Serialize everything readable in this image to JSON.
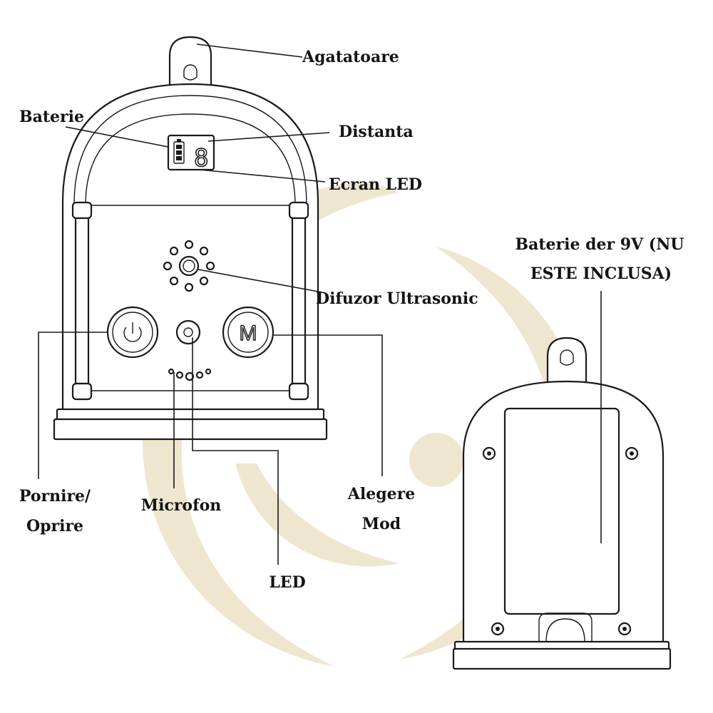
{
  "colors": {
    "watermark": "#efe6cf",
    "line": "#1a1a1a",
    "text": "#141414"
  },
  "labels": {
    "hanger": "Agatatoare",
    "battery": "Baterie",
    "distance": "Distanta",
    "led_screen": "Ecran LED",
    "speaker": "Difuzor Ultrasonic",
    "battery_9v_line1": "Baterie der 9V (NU",
    "battery_9v_line2": "ESTE INCLUSA)",
    "power_line1": "Pornire/",
    "power_line2": "Oprire",
    "microphone": "Microfon",
    "mode_line1": "Alegere",
    "mode_line2": "Mod",
    "led": "LED"
  },
  "buttons": {
    "power_symbol": "power-icon",
    "mode_letter": "M"
  },
  "display": {
    "digit": "8"
  }
}
